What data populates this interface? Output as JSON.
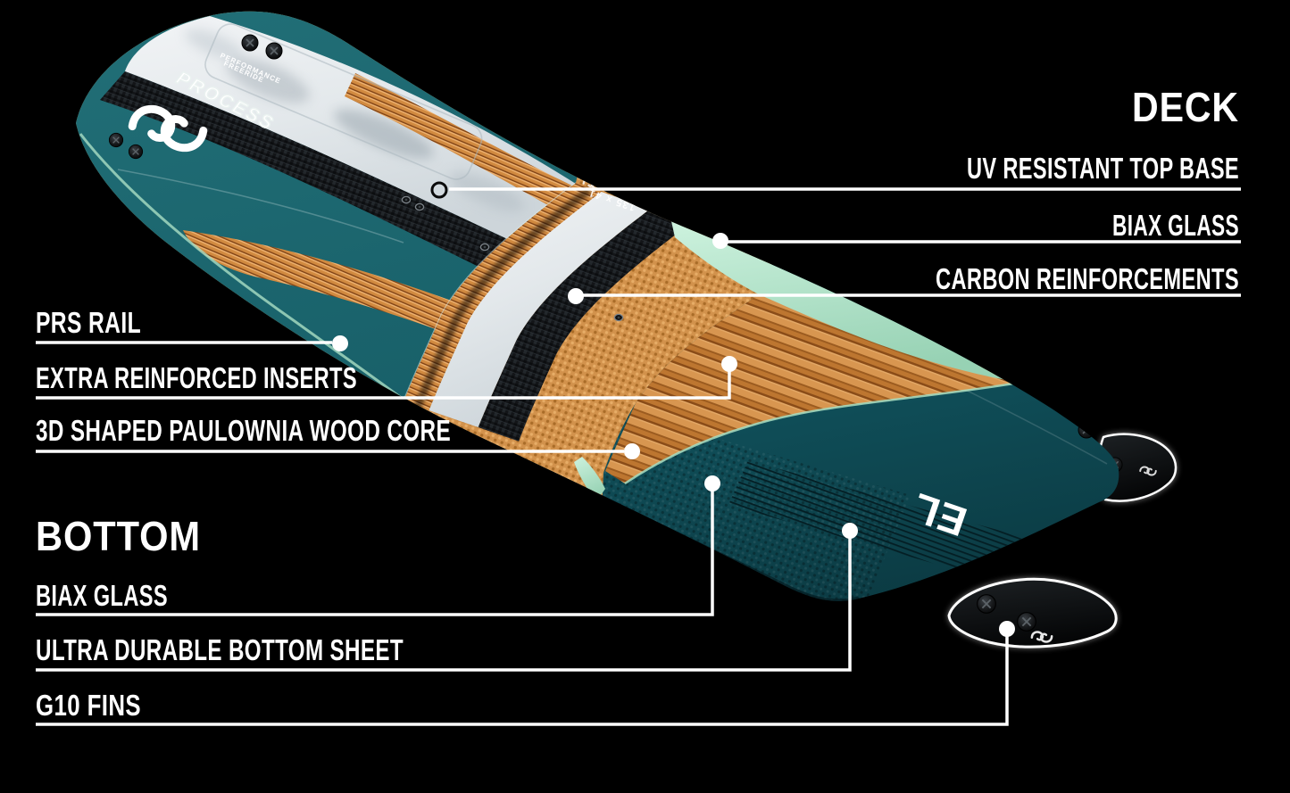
{
  "colors": {
    "background": "#000000",
    "deck_teal": "#1b646b",
    "bottom_teal": "#10525c",
    "mint_glass": "#b9e8d0",
    "wood": "#cd8843",
    "carbon": "#17191c",
    "marble_topsheet": "#edf0f2",
    "label_white": "#ffffff"
  },
  "deck_section": {
    "heading": "DECK",
    "items": [
      {
        "label": "UV RESISTANT TOP BASE"
      },
      {
        "label": "BIAX GLASS"
      },
      {
        "label": "CARBON REINFORCEMENTS"
      }
    ]
  },
  "construction_section": {
    "items": [
      {
        "label": "PRS RAIL"
      },
      {
        "label": "EXTRA REINFORCED INSERTS"
      },
      {
        "label": "3D SHAPED PAULOWNIA WOOD CORE"
      }
    ]
  },
  "bottom_section": {
    "heading": "BOTTOM",
    "items": [
      {
        "label": "BIAX GLASS"
      },
      {
        "label": "ULTRA DURABLE BOTTOM SHEET"
      },
      {
        "label": "G10 FINS"
      }
    ]
  },
  "board": {
    "model_name": "PROCESS",
    "tagline_line1": "PERFORMANCE",
    "tagline_line2": "FREERIDE",
    "size_label": "135 x 41",
    "bottom_print": "EL"
  }
}
